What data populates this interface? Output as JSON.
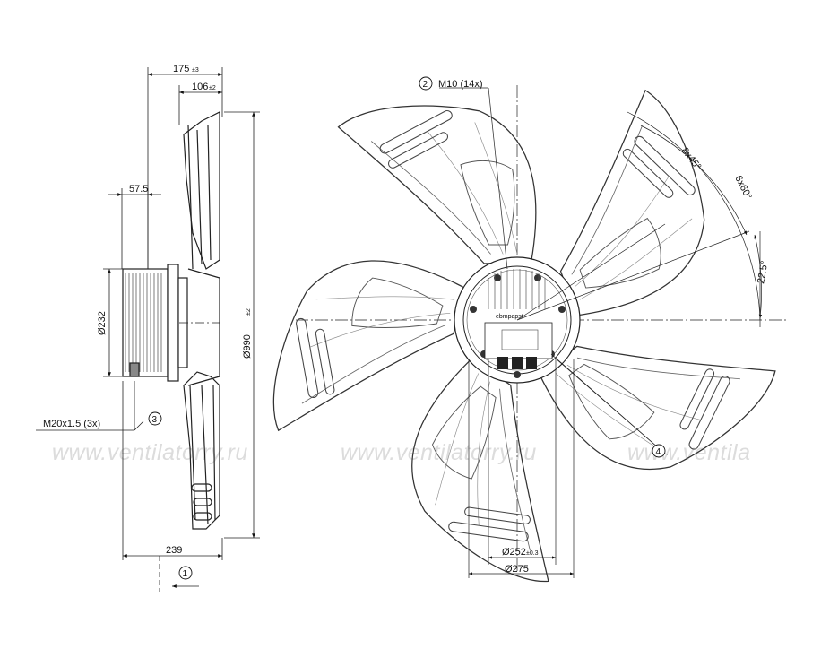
{
  "dimensions": {
    "width_175": "175",
    "tol_175": "±3",
    "width_106": "106",
    "tol_106": "±2",
    "width_57_5": "57.5",
    "dia_232": "Ø232",
    "dia_990": "Ø990",
    "tol_990": "±2",
    "thread_m20": "M20x1.5 (3x)",
    "width_239": "239",
    "thread_m10": "M10 (14x)",
    "angle_8x45": "8x45°",
    "angle_6x60": "6x60°",
    "angle_22_5": "22.5°",
    "dia_252": "Ø252",
    "tol_252": "±0.3",
    "dia_275": "Ø275"
  },
  "callouts": {
    "c1": "1",
    "c2": "2",
    "c3": "3",
    "c4": "4"
  },
  "hub_label": "ebmpapst",
  "watermark": {
    "w1": "www.ventilatorry.ru",
    "w2": "www.ventilatorry.ru",
    "w3": "www.ventila"
  }
}
